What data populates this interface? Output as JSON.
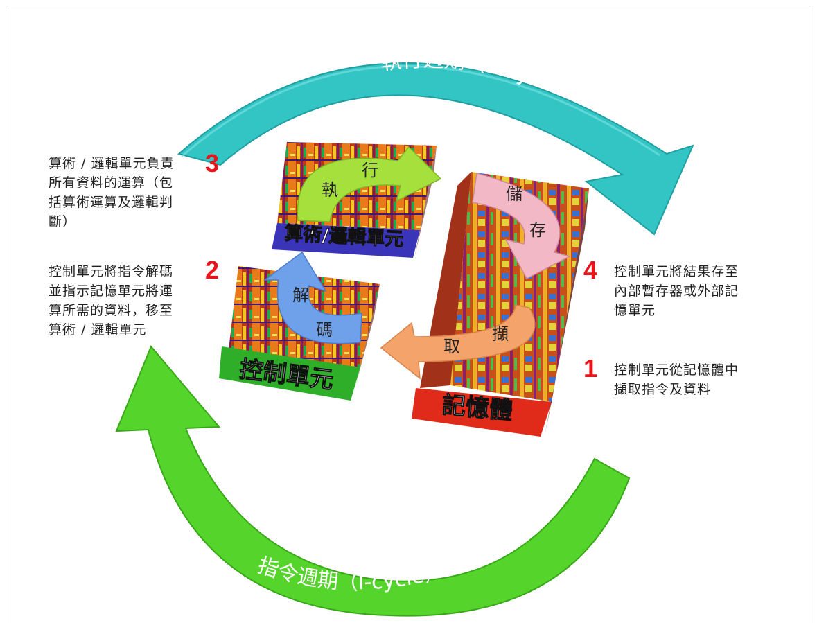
{
  "cycles": {
    "execute": "執行週期（E-cycle）",
    "instruction": "指令週期（I-cycle）"
  },
  "units": {
    "alu": "算術/邏輯單元",
    "control": "控制單元",
    "memory": "記憶體"
  },
  "actions": {
    "execute": [
      "執",
      "行"
    ],
    "store": [
      "儲",
      "存"
    ],
    "decode": [
      "解",
      "碼"
    ],
    "fetch": [
      "擷",
      "取"
    ]
  },
  "steps": [
    {
      "number": "3",
      "text": "算術 / 邏輯單元負責\n所有資料的運算（包\n括算術運算及邏輯判\n斷）"
    },
    {
      "number": "2",
      "text": "控制單元將指令解碼\n並指示記憶單元將運\n算所需的資料，移至\n算術 / 邏輯單元"
    },
    {
      "number": "4",
      "text": "控制單元將結果存至\n內部暫存器或外部記\n憶單元"
    },
    {
      "number": "1",
      "text": "控制單元從記憶體中\n擷取指令及資料"
    }
  ],
  "colors": {
    "e_cycle_arrow": "#33c4c4",
    "i_cycle_arrow": "#55d42c",
    "execute_arrow": "#a6e03c",
    "store_arrow": "#f2b8c6",
    "decode_arrow": "#6fa0ea",
    "fetch_arrow": "#f4a46a",
    "step_number": "#e8141a",
    "alu_label_bg": "#3a34b8",
    "control_label_bg": "#2fae2a",
    "memory_label_bg": "#e02a1a"
  }
}
